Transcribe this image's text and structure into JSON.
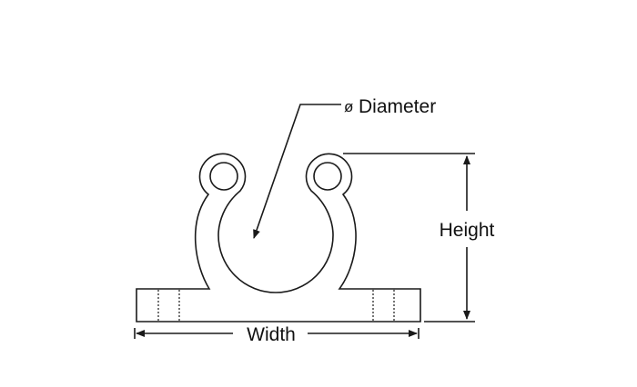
{
  "labels": {
    "diameter_symbol": "ø",
    "diameter": "Diameter",
    "height": "Height",
    "width": "Width"
  },
  "colors": {
    "line": "#1a1a1a",
    "background": "#ffffff"
  }
}
